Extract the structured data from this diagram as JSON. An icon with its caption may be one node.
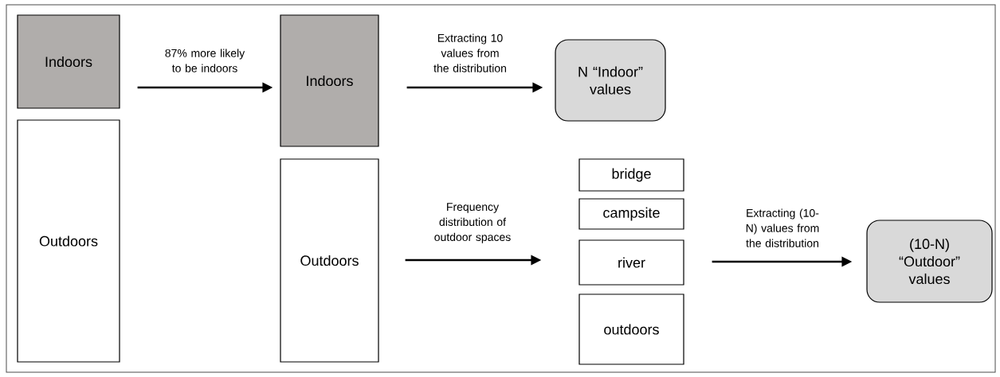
{
  "diagram": {
    "nodes": [
      {
        "text": [
          "Indoors"
        ]
      },
      {
        "text": [
          "Outdoors"
        ]
      },
      {
        "text": [
          "Indoors"
        ]
      },
      {
        "text": [
          "Outdoors"
        ]
      },
      {
        "text": [
          "N “Indoor” values"
        ]
      },
      {
        "text": [
          "bridge"
        ]
      },
      {
        "text": [
          "campsite"
        ]
      },
      {
        "text": [
          "river"
        ]
      },
      {
        "text": [
          "outdoors"
        ]
      },
      {
        "text": [
          "(10-N) “Outdoor” values"
        ]
      }
    ],
    "edges": [
      {
        "from": 0,
        "to": 2,
        "arrow": "to",
        "label": "87% more likely to be indoors"
      },
      {
        "from": 2,
        "to": 4,
        "arrow": "to",
        "label": "Extracting 10 values from the distribution"
      },
      {
        "from": 3,
        "to": 7,
        "arrow": "to",
        "label": "Frequency distribution of outdoor spaces"
      },
      {
        "from": 7,
        "to": 9,
        "arrow": "to",
        "label": "Extracting (10-N) values from the distribution"
      }
    ]
  }
}
